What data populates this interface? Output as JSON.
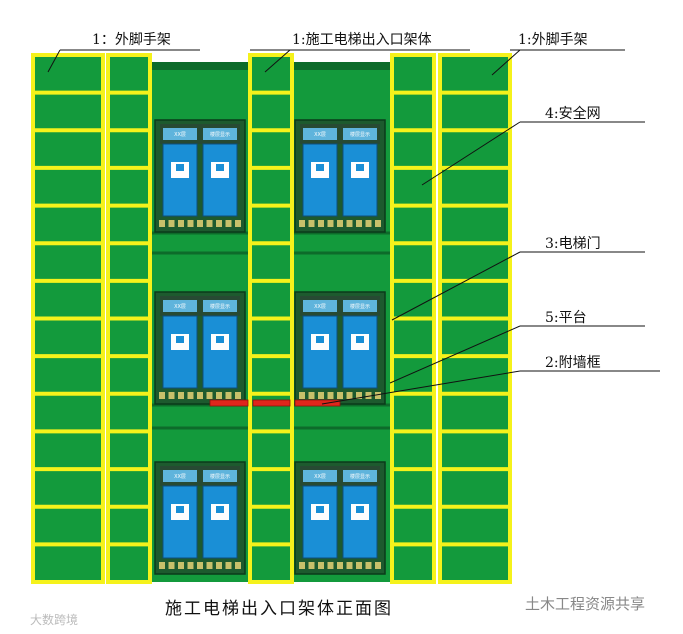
{
  "labels": {
    "left_scaffold": "1：外脚手架",
    "entrance_frame": "1:施工电梯出入口架体",
    "right_scaffold": "1:外脚手架",
    "safety_net": "4:安全网",
    "elevator_door": "3:电梯门",
    "platform": "5:平台",
    "wall_tie": "2:附墙框"
  },
  "door_sign": {
    "left": "XX层",
    "right": "楼层显示"
  },
  "caption": "施工电梯出入口架体正面图",
  "watermark": {
    "right": "土木工程资源共享",
    "left": "大数跨境"
  },
  "colors": {
    "net": "#139a3c",
    "frame": "#f5f21b",
    "dark": "#0d6b2a",
    "door": "#1a8fd6",
    "tie": "#e0261c"
  }
}
